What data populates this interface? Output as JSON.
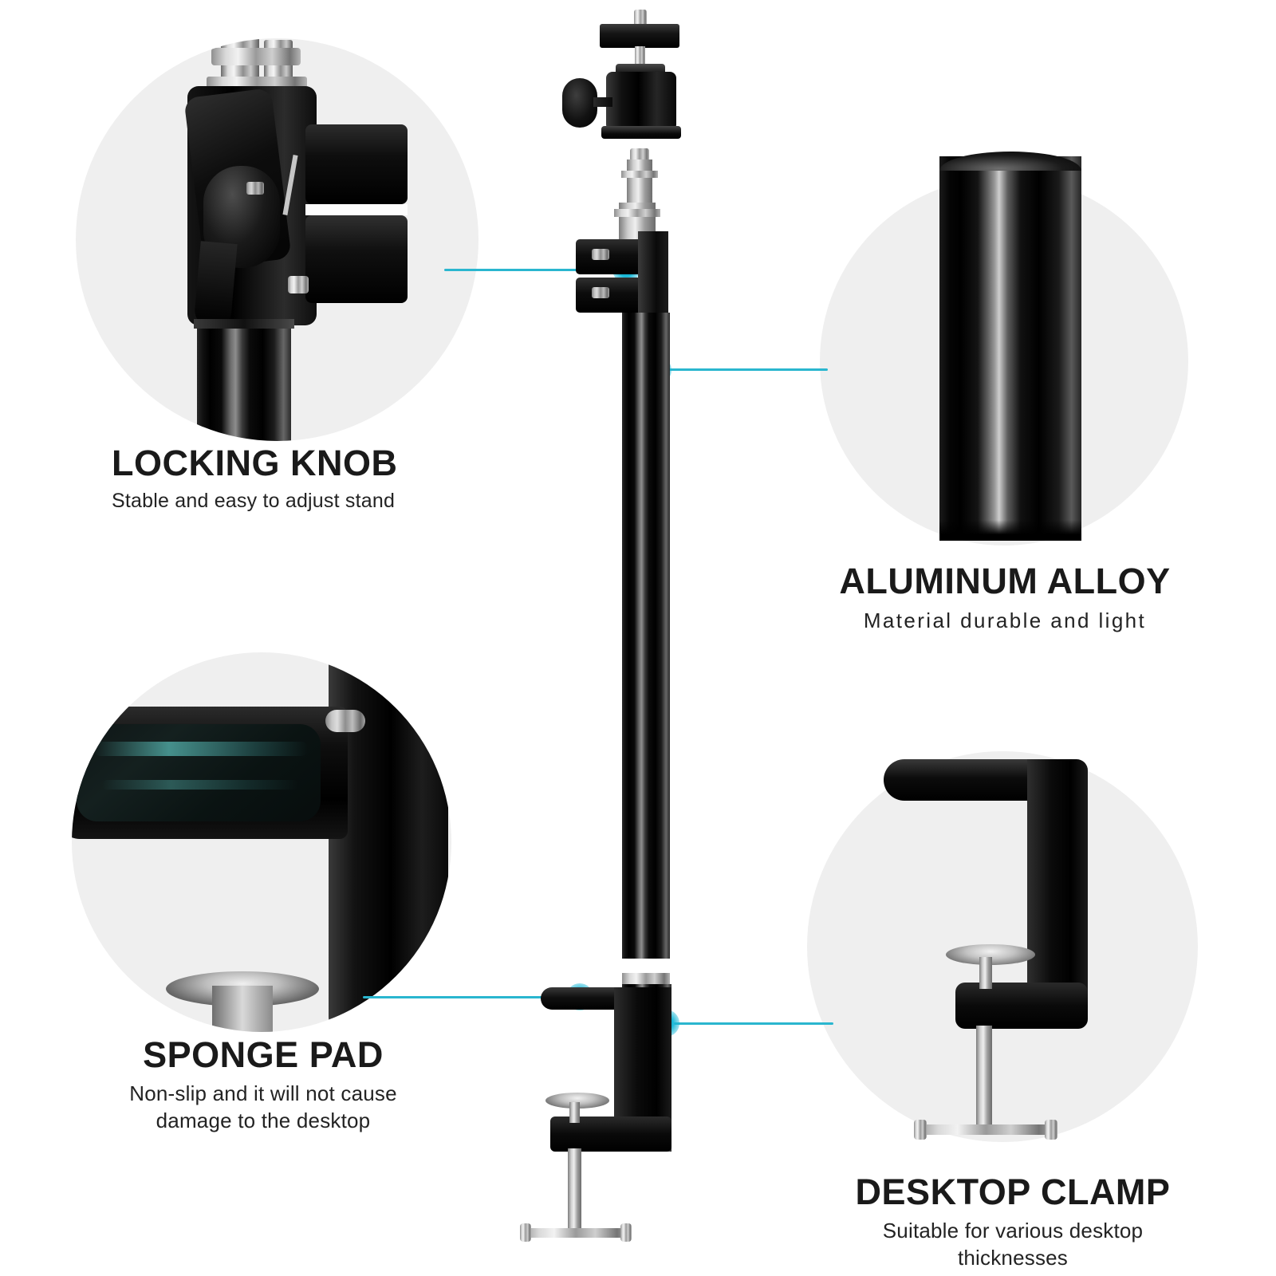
{
  "page": {
    "background": "#ffffff",
    "accent_color": "#2ab6cf",
    "dot_color": "#19b7d6",
    "circle_fill": "#efefef",
    "product": "desktop clamp light stand"
  },
  "callouts": [
    {
      "id": "locking-knob",
      "title": "LOCKING KNOB",
      "subtitle": "Stable and easy to adjust stand",
      "subtitle_lines": [
        "Stable and easy to adjust stand"
      ],
      "position": "top-left",
      "icon": "locking-knob-detail"
    },
    {
      "id": "aluminum-alloy",
      "title": "ALUMINUM ALLOY",
      "subtitle": "Material durable and light",
      "subtitle_lines": [
        "Material durable and light"
      ],
      "position": "top-right",
      "icon": "aluminum-tube-detail"
    },
    {
      "id": "sponge-pad",
      "title": "SPONGE PAD",
      "subtitle": "Non-slip and it will not cause damage to the desktop",
      "subtitle_lines": [
        "Non-slip and it will not cause",
        "damage to the desktop"
      ],
      "position": "bottom-left",
      "icon": "sponge-pad-detail"
    },
    {
      "id": "desktop-clamp",
      "title": "DESKTOP CLAMP",
      "subtitle": "Suitable for various desktop thicknesses",
      "subtitle_lines": [
        "Suitable for various desktop",
        "thicknesses"
      ],
      "position": "bottom-right",
      "icon": "desktop-clamp-detail"
    }
  ]
}
